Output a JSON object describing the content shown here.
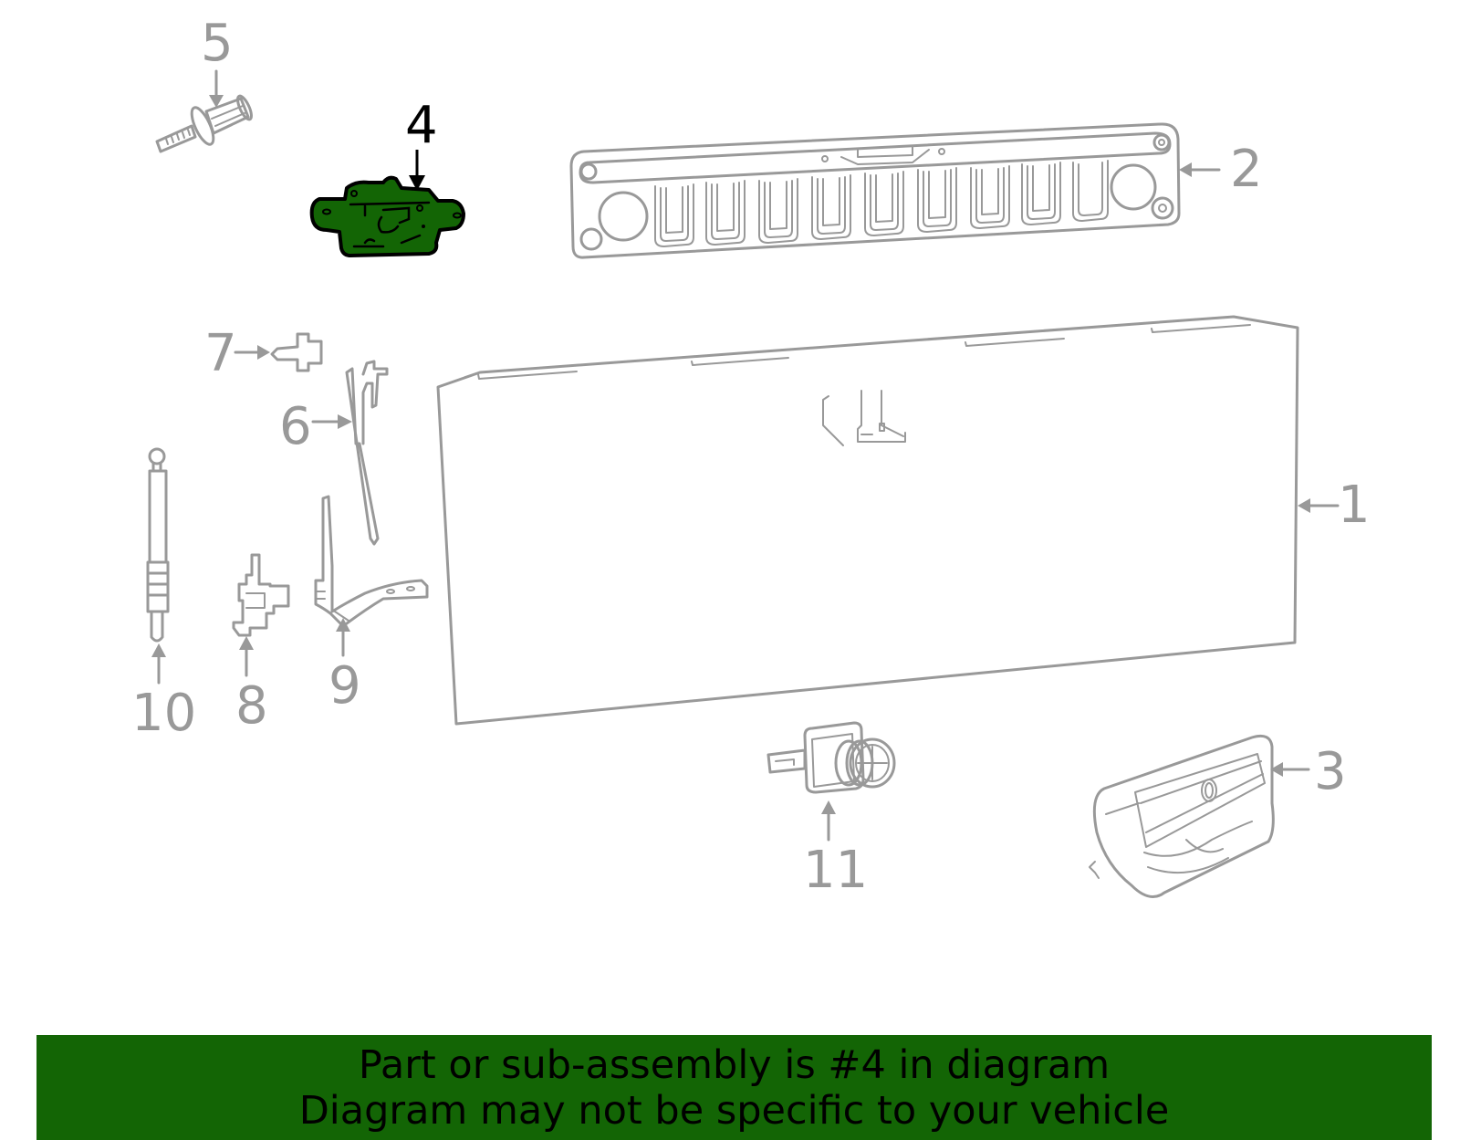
{
  "diagram": {
    "title": "Tailgate parts diagram",
    "highlighted_part": "4",
    "colors": {
      "highlight_fill": "#136505",
      "banner_bg": "#136505",
      "line_gray": "#999999",
      "highlight_label": "#000000"
    },
    "callouts": [
      {
        "number": "1",
        "part": "tailgate-panel"
      },
      {
        "number": "2",
        "part": "tailgate-trim-panel"
      },
      {
        "number": "3",
        "part": "handle-bezel"
      },
      {
        "number": "4",
        "part": "latch-assembly",
        "highlighted": true
      },
      {
        "number": "5",
        "part": "push-pin-retainer"
      },
      {
        "number": "6",
        "part": "latch-rod"
      },
      {
        "number": "7",
        "part": "clip"
      },
      {
        "number": "8",
        "part": "rod-clip"
      },
      {
        "number": "9",
        "part": "hinge-bracket"
      },
      {
        "number": "10",
        "part": "support-strut"
      },
      {
        "number": "11",
        "part": "camera-connector"
      }
    ]
  },
  "labels": {
    "c1": "1",
    "c2": "2",
    "c3": "3",
    "c4": "4",
    "c5": "5",
    "c6": "6",
    "c7": "7",
    "c8": "8",
    "c9": "9",
    "c10": "10",
    "c11": "11"
  },
  "banner": {
    "line1": "Part or sub-assembly is #4 in diagram",
    "line2": "Diagram may not be specific to your vehicle"
  }
}
